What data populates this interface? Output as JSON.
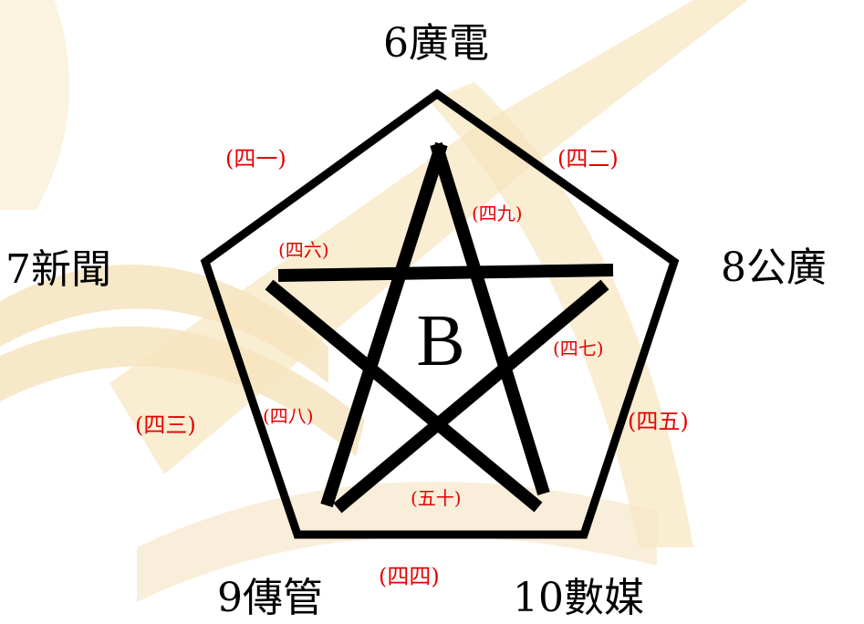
{
  "diagram": {
    "center_label": "B",
    "vertices": {
      "top": "6廣電",
      "left": "7新聞",
      "right": "8公廣",
      "bottom_left": "9傳管",
      "bottom_right": "10數媒"
    },
    "edges": {
      "top_left": "(四一)",
      "top_right": "(四二)",
      "left_outer": "(四三)",
      "bottom": "(四四)",
      "right_outer": "(四五)",
      "star_horizontal": "(四六)",
      "star_right_diagonal": "(四七)",
      "star_left_lower": "(四八)",
      "star_top_right": "(四九)",
      "star_bottom": "(五十)"
    },
    "colors": {
      "stroke": "#000000",
      "edge_label": "#e60000",
      "watermark": "#f4dba8",
      "background": "#ffffff"
    }
  }
}
